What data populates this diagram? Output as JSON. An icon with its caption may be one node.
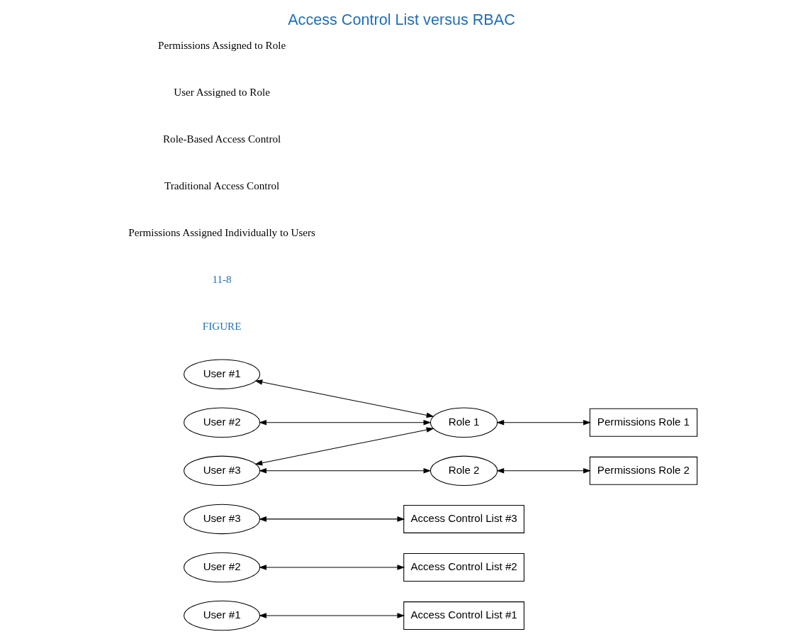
{
  "diagram": {
    "title": "Access Control List versus RBAC",
    "nodes": [
      {
        "text": [
          "User #1"
        ]
      },
      {
        "text": [
          "User #2"
        ]
      },
      {
        "text": [
          "User #3"
        ]
      },
      {
        "text": [
          "Access Control List #1"
        ]
      },
      {
        "text": [
          "Access Control List #2"
        ]
      },
      {
        "text": [
          "Access Control List #3"
        ]
      },
      {
        "text": [
          "User #1"
        ]
      },
      {
        "text": [
          "User #2"
        ]
      },
      {
        "text": [
          "Role 1"
        ]
      },
      {
        "text": [
          "Permissions Role 1"
        ]
      },
      {
        "text": [
          "User #3"
        ]
      },
      {
        "text": [
          "Role 2"
        ]
      },
      {
        "text": [
          "Permissions Role 2"
        ]
      }
    ],
    "edges": [
      {
        "from": 0,
        "to": 3,
        "arrow": "both"
      },
      {
        "from": 1,
        "to": 4,
        "arrow": "both"
      },
      {
        "from": 2,
        "to": 5,
        "arrow": "both"
      },
      {
        "from": 6,
        "to": 8,
        "arrow": "both"
      },
      {
        "from": 7,
        "to": 8,
        "arrow": "both"
      },
      {
        "from": 8,
        "to": 9,
        "arrow": "both"
      },
      {
        "from": 10,
        "to": 8,
        "arrow": "both"
      },
      {
        "from": 10,
        "to": 11,
        "arrow": "both"
      },
      {
        "from": 11,
        "to": 12,
        "arrow": "both"
      }
    ],
    "labels": [
      "FIGURE",
      "11-8",
      "Permissions Assigned Individually to Users",
      "Traditional Access Control",
      "Role-Based Access Control",
      "User Assigned to Role",
      "Permissions Assigned to Role"
    ]
  }
}
